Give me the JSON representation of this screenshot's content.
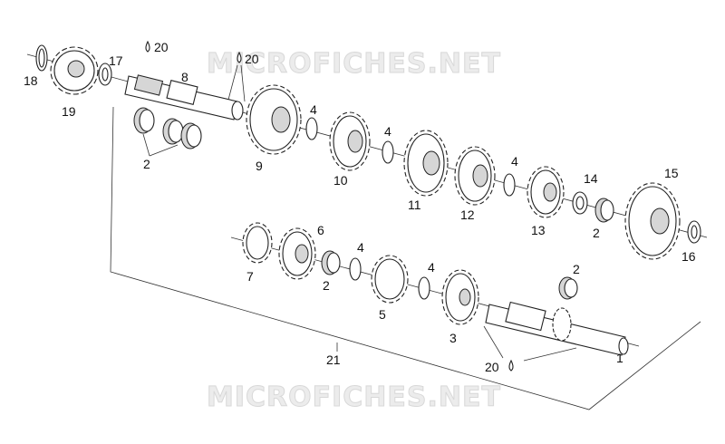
{
  "watermarks": [
    "MICROFICHES.NET",
    "MICROFICHES.NET"
  ],
  "labels": [
    {
      "id": "l18",
      "text": "18"
    },
    {
      "id": "l19",
      "text": "19"
    },
    {
      "id": "l17",
      "text": "17"
    },
    {
      "id": "l20a",
      "text": "20"
    },
    {
      "id": "l20b",
      "text": "20"
    },
    {
      "id": "l8",
      "text": "8"
    },
    {
      "id": "l2a",
      "text": "2"
    },
    {
      "id": "l9",
      "text": "9"
    },
    {
      "id": "l4a",
      "text": "4"
    },
    {
      "id": "l10",
      "text": "10"
    },
    {
      "id": "l4b",
      "text": "4"
    },
    {
      "id": "l11",
      "text": "11"
    },
    {
      "id": "l12",
      "text": "12"
    },
    {
      "id": "l4c",
      "text": "4"
    },
    {
      "id": "l13",
      "text": "13"
    },
    {
      "id": "l14",
      "text": "14"
    },
    {
      "id": "l2b",
      "text": "2"
    },
    {
      "id": "l15",
      "text": "15"
    },
    {
      "id": "l16",
      "text": "16"
    },
    {
      "id": "l7",
      "text": "7"
    },
    {
      "id": "l6",
      "text": "6"
    },
    {
      "id": "l2c",
      "text": "2"
    },
    {
      "id": "l4d",
      "text": "4"
    },
    {
      "id": "l5",
      "text": "5"
    },
    {
      "id": "l4e",
      "text": "4"
    },
    {
      "id": "l3",
      "text": "3"
    },
    {
      "id": "l2d",
      "text": "2"
    },
    {
      "id": "l21",
      "text": "21"
    },
    {
      "id": "l20c",
      "text": "20"
    },
    {
      "id": "l1",
      "text": "1"
    }
  ]
}
